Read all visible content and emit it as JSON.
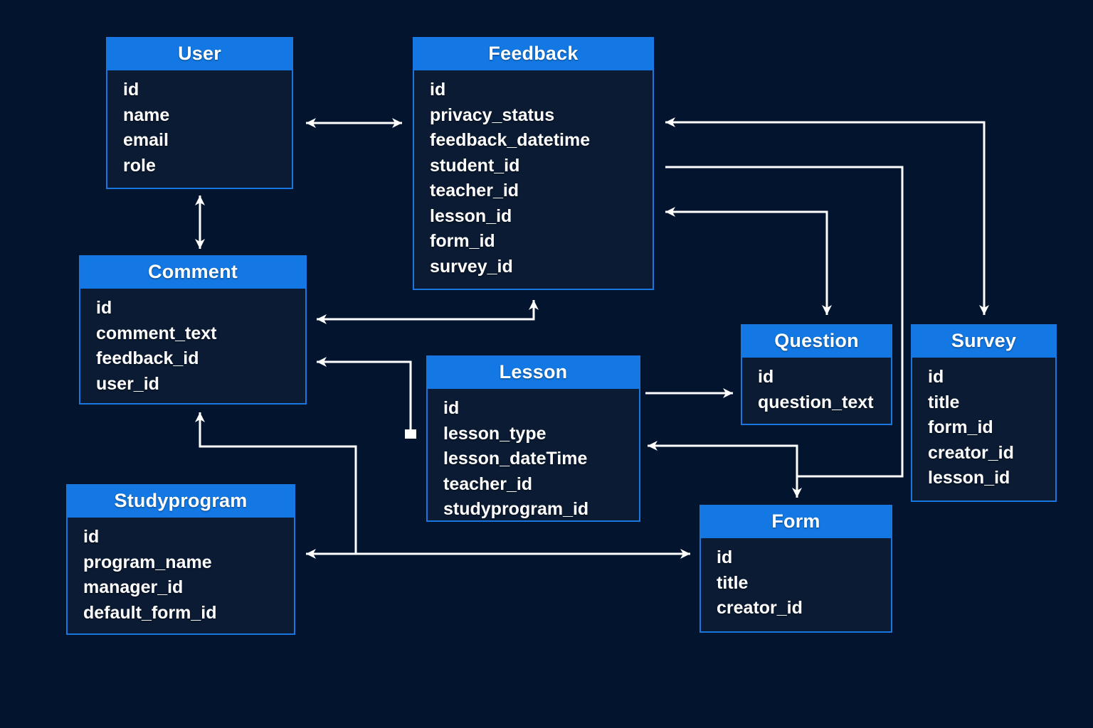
{
  "diagram": {
    "kind": "entity-relationship-diagram",
    "background_color": "#03152e",
    "entity_header_color": "#1378e3",
    "entity_body_color": "#0b1b33",
    "entity_border_color": "#1b77e0",
    "connector_color": "#ffffff",
    "text_color": "#ffffff"
  },
  "entities": [
    {
      "id": "user",
      "title": "User",
      "attributes": [
        "id",
        "name",
        "email",
        "role"
      ]
    },
    {
      "id": "feedback",
      "title": "Feedback",
      "attributes": [
        "id",
        "privacy_status",
        "feedback_datetime",
        "student_id",
        "teacher_id",
        "lesson_id",
        "form_id",
        "survey_id"
      ]
    },
    {
      "id": "comment",
      "title": "Comment",
      "attributes": [
        "id",
        "comment_text",
        "feedback_id",
        "user_id"
      ]
    },
    {
      "id": "lesson",
      "title": "Lesson",
      "attributes": [
        "id",
        "lesson_type",
        "lesson_dateTime",
        "teacher_id",
        "studyprogram_id"
      ]
    },
    {
      "id": "question",
      "title": "Question",
      "attributes": [
        "id",
        "question_text"
      ]
    },
    {
      "id": "survey",
      "title": "Survey",
      "attributes": [
        "id",
        "title",
        "form_id",
        "creator_id",
        "lesson_id"
      ]
    },
    {
      "id": "studyprogram",
      "title": "Studyprogram",
      "attributes": [
        "id",
        "program_name",
        "manager_id",
        "default_form_id"
      ]
    },
    {
      "id": "form",
      "title": "Form",
      "attributes": [
        "id",
        "title",
        "creator_id"
      ]
    }
  ],
  "relationships": [
    {
      "id": "user-feedback",
      "from": "user",
      "to": "feedback",
      "arrows": "both",
      "orientation": "horizontal"
    },
    {
      "id": "user-comment",
      "from": "user",
      "to": "comment",
      "arrows": "both",
      "orientation": "vertical"
    },
    {
      "id": "survey-feedback",
      "from": "survey",
      "to": "feedback",
      "arrows": "both",
      "orientation": "elbow"
    },
    {
      "id": "lesson-feedback-right",
      "from": "lesson",
      "to": "feedback",
      "arrows": "both",
      "orientation": "elbow"
    },
    {
      "id": "question-feedback",
      "from": "question",
      "to": "feedback",
      "arrows": "both",
      "orientation": "elbow"
    },
    {
      "id": "lesson-comment-top",
      "from": "lesson",
      "to": "comment",
      "arrows": "both",
      "orientation": "elbow"
    },
    {
      "id": "lesson-comment-bottom",
      "from": "lesson",
      "to": "comment",
      "arrows": "single",
      "orientation": "elbow"
    },
    {
      "id": "lesson-question",
      "from": "lesson",
      "to": "question",
      "arrows": "single",
      "orientation": "horizontal"
    },
    {
      "id": "form-lesson",
      "from": "form",
      "to": "lesson",
      "arrows": "both",
      "orientation": "elbow"
    },
    {
      "id": "studyprogram-comment",
      "from": "studyprogram",
      "to": "comment",
      "arrows": "both",
      "orientation": "elbow"
    },
    {
      "id": "studyprogram-form",
      "from": "studyprogram",
      "to": "form",
      "arrows": "both",
      "orientation": "horizontal"
    }
  ]
}
